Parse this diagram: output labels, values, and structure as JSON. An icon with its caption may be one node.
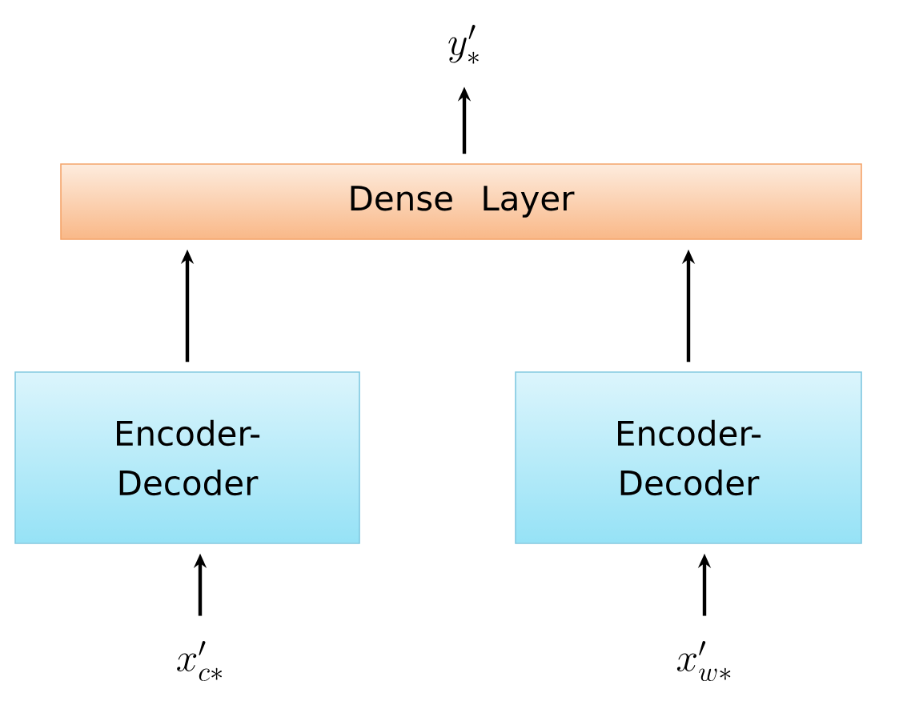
{
  "diagram": {
    "nodes": [
      {
        "text": [
          "y'_*"
        ]
      },
      {
        "text": [
          "Dense Layer"
        ]
      },
      {
        "text": [
          "Encoder- Decoder"
        ]
      },
      {
        "text": [
          "Encoder- Decoder"
        ]
      },
      {
        "text": [
          "x'_{c*}"
        ]
      },
      {
        "text": [
          "x'_{w*}"
        ]
      }
    ],
    "edges": [
      {
        "from": 1,
        "to": 0,
        "arrow": "to"
      },
      {
        "from": 2,
        "to": 1,
        "arrow": "to"
      },
      {
        "from": 3,
        "to": 1,
        "arrow": "to"
      },
      {
        "from": 4,
        "to": 2,
        "arrow": "to"
      },
      {
        "from": 5,
        "to": 3,
        "arrow": "to"
      }
    ]
  }
}
